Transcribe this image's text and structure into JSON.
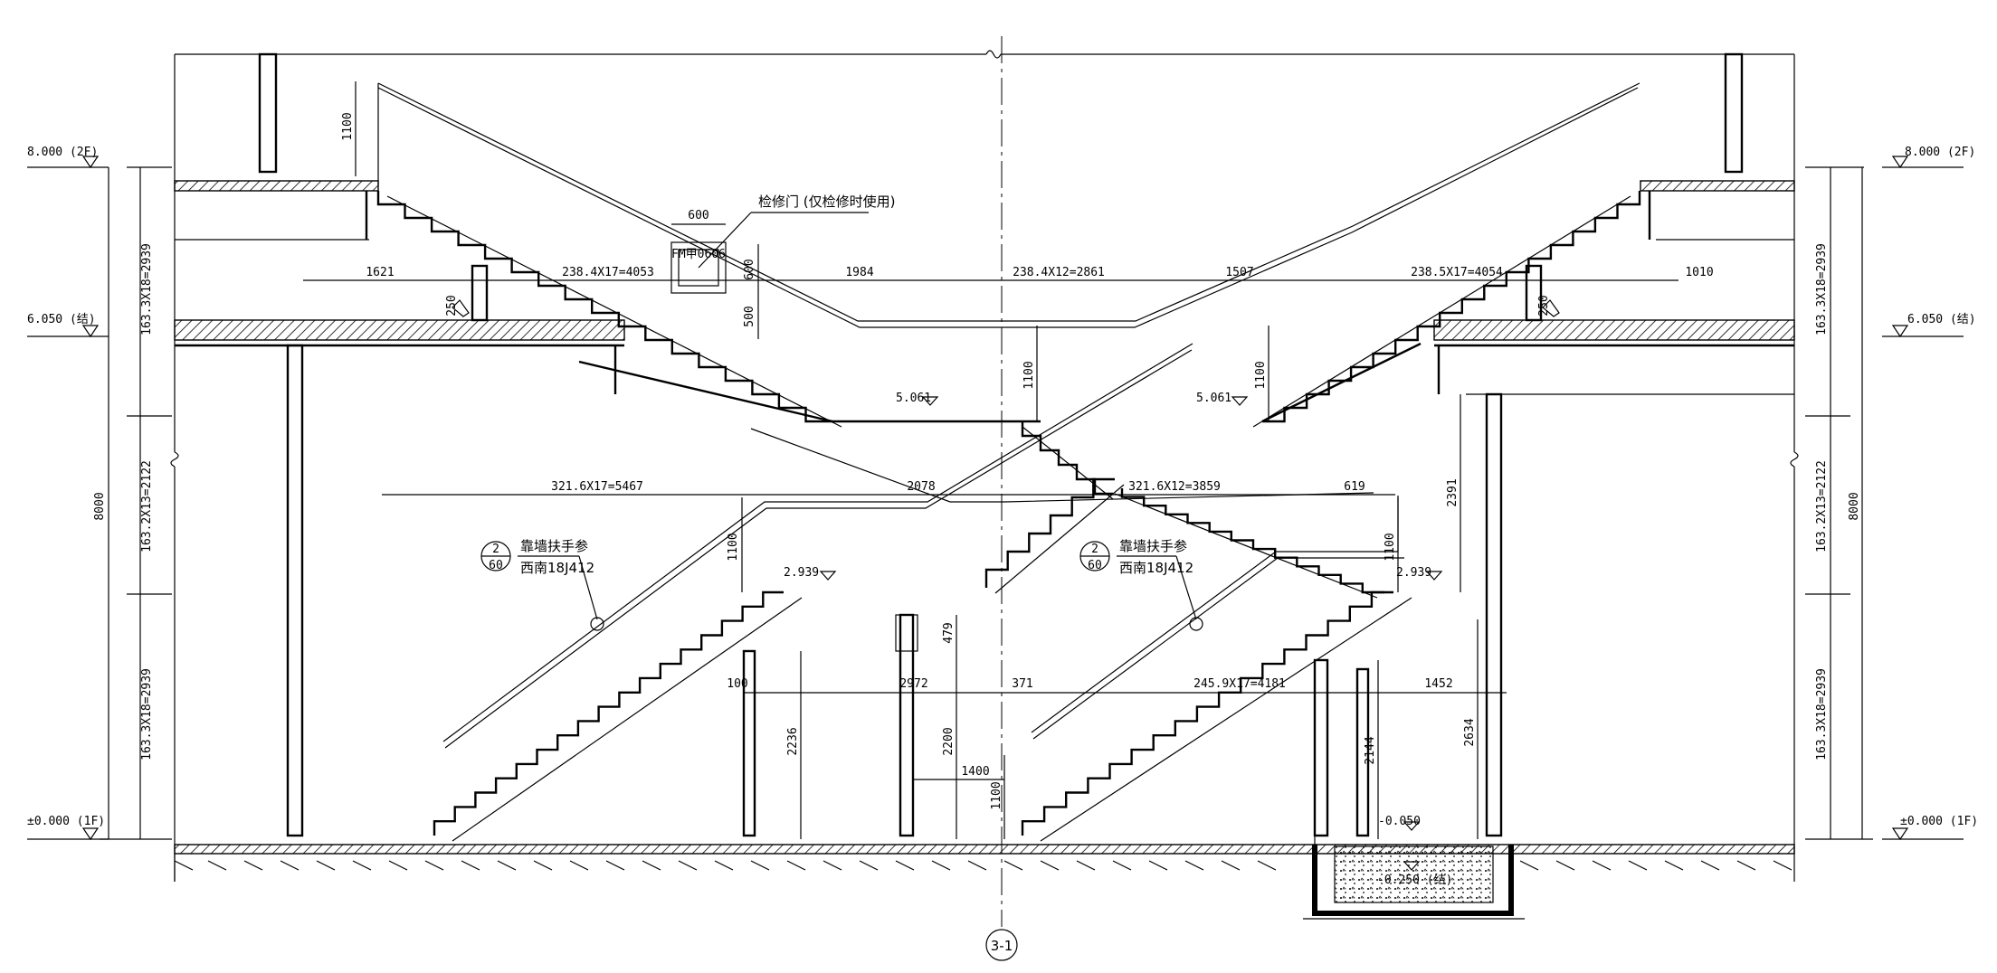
{
  "levels": {
    "top_left": "8.000 (2F)",
    "top_right": "8.000 (2F)",
    "mid_left": "6.050 (结)",
    "mid_right": "6.050 (结)",
    "bottom_left": "±0.000 (1F)",
    "bottom_right": "±0.000 (1F)",
    "landing_a": "5.061",
    "landing_b": "5.061",
    "landing_c": "2.939",
    "landing_d": "2.939",
    "pit_top": "-0.050",
    "pit_bottom": "-0.250 (结)"
  },
  "side_dims": {
    "left_seg1": "163.3X18=2939",
    "left_seg2": "163.2X13=2122",
    "left_seg3": "163.3X18=2939",
    "left_total": "8000",
    "right_seg1": "163.3X18=2939",
    "right_seg2": "163.2X13=2122",
    "right_seg3": "163.3X18=2939",
    "right_total": "8000"
  },
  "horiz_dims": {
    "d1621": "1621",
    "run_tl": "238.4X17=4053",
    "d1984": "1984",
    "run_tm": "238.4X12=2861",
    "d1507": "1507",
    "run_tr": "238.5X17=4054",
    "d1010": "1010",
    "run_ml": "321.6X17=5467",
    "d2078": "2078",
    "run_mr": "321.6X12=3859",
    "d619": "619",
    "d100": "100",
    "d2972": "2972",
    "d371": "371",
    "run_bl": "245.9X17=4181",
    "d1452": "1452",
    "d1400": "1400"
  },
  "vert_dims": {
    "h1100_top": "1100",
    "d600w": "600",
    "d600h": "600",
    "d500": "500",
    "d250_l": "250",
    "d250_r": "250",
    "h1100_a": "1100",
    "h1100_b": "1100",
    "h1100_c": "1100",
    "h1100_d": "1100",
    "h2391": "2391",
    "h479": "479",
    "h2236": "2236",
    "h2200": "2200",
    "h1100_e": "1100",
    "h2144": "2144",
    "h2634": "2634"
  },
  "annotations": {
    "hatch_title": "检修门 (仅检修时使用)",
    "hatch_code": "FM甲0606",
    "rail_note_a": "靠墙扶手参",
    "rail_ref_a": "西南18J412",
    "rail_note_b": "靠墙扶手参",
    "rail_ref_b": "西南18J412",
    "detail_a_num": "2",
    "detail_a_sheet": "60",
    "detail_b_num": "2",
    "detail_b_sheet": "60",
    "axis_label": "3-1"
  }
}
